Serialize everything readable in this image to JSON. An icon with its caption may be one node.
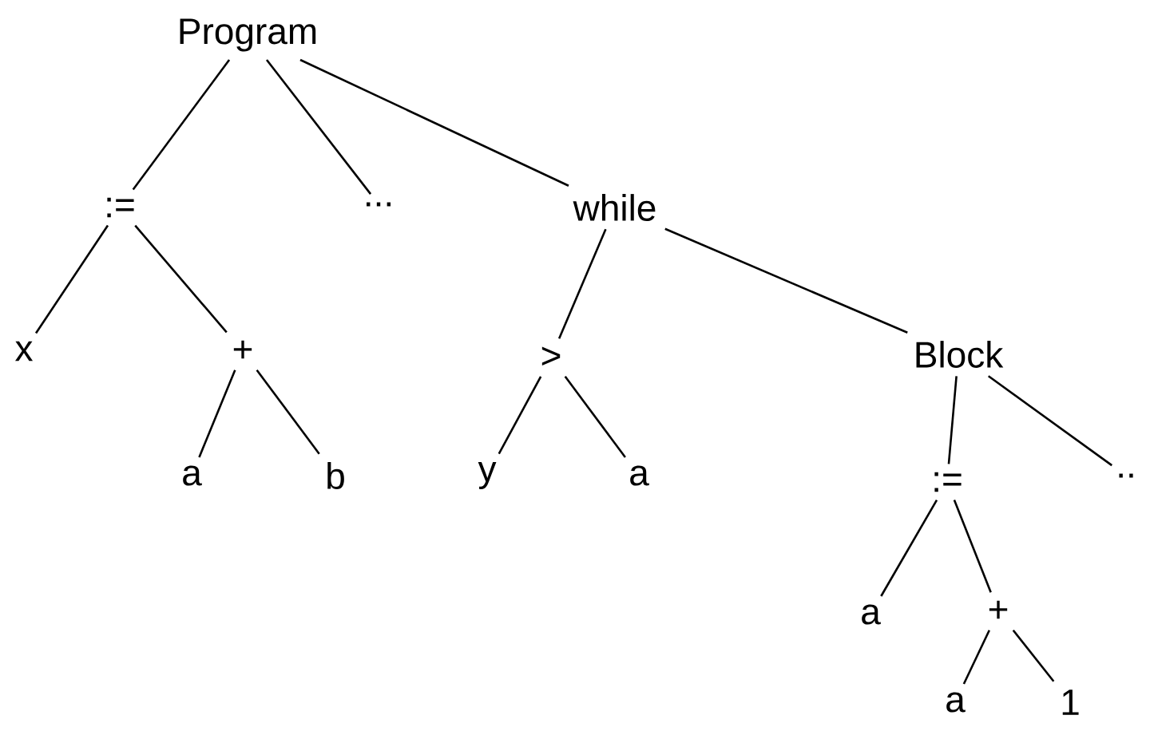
{
  "diagram": {
    "nodes": [
      {
        "text": [
          "Program"
        ]
      },
      {
        "text": [
          ":="
        ]
      },
      {
        "text": [
          "..."
        ]
      },
      {
        "text": [
          "while"
        ]
      },
      {
        "text": [
          "x"
        ]
      },
      {
        "text": [
          "+"
        ]
      },
      {
        "text": [
          ">"
        ]
      },
      {
        "text": [
          "Block"
        ]
      },
      {
        "text": [
          "a"
        ]
      },
      {
        "text": [
          "b"
        ]
      },
      {
        "text": [
          "y"
        ]
      },
      {
        "text": [
          "a"
        ]
      },
      {
        "text": [
          ":="
        ]
      },
      {
        "text": [
          ".."
        ]
      },
      {
        "text": [
          "a"
        ]
      },
      {
        "text": [
          "+"
        ]
      },
      {
        "text": [
          "a"
        ]
      },
      {
        "text": [
          "1"
        ]
      }
    ],
    "edges": [
      {
        "from": 0,
        "to": 1,
        "arrow": "none"
      },
      {
        "from": 0,
        "to": 2,
        "arrow": "none"
      },
      {
        "from": 0,
        "to": 3,
        "arrow": "none"
      },
      {
        "from": 1,
        "to": 4,
        "arrow": "none"
      },
      {
        "from": 1,
        "to": 5,
        "arrow": "none"
      },
      {
        "from": 5,
        "to": 8,
        "arrow": "none"
      },
      {
        "from": 5,
        "to": 9,
        "arrow": "none"
      },
      {
        "from": 3,
        "to": 6,
        "arrow": "none"
      },
      {
        "from": 3,
        "to": 7,
        "arrow": "none"
      },
      {
        "from": 6,
        "to": 10,
        "arrow": "none"
      },
      {
        "from": 6,
        "to": 11,
        "arrow": "none"
      },
      {
        "from": 7,
        "to": 12,
        "arrow": "none"
      },
      {
        "from": 7,
        "to": 13,
        "arrow": "none"
      },
      {
        "from": 12,
        "to": 14,
        "arrow": "none"
      },
      {
        "from": 12,
        "to": 15,
        "arrow": "none"
      },
      {
        "from": 15,
        "to": 16,
        "arrow": "none"
      },
      {
        "from": 15,
        "to": 17,
        "arrow": "none"
      }
    ]
  }
}
